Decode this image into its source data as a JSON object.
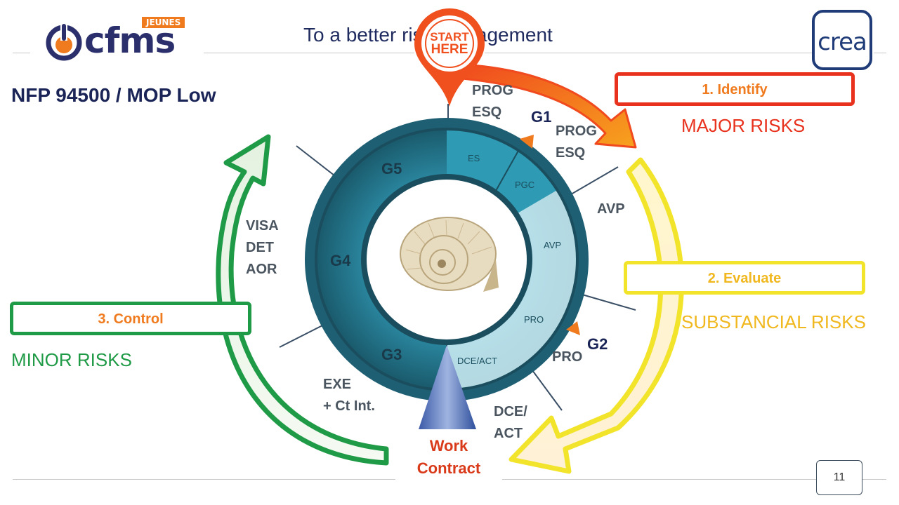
{
  "header": {
    "logo_main": "cfms",
    "logo_tag": "JEUNES",
    "title": "To a better risk management",
    "partner_logo": "crea"
  },
  "subtitle": "NFP 94500 / MOP Low",
  "start_pin": {
    "line1": "START",
    "line2": "HERE"
  },
  "steps": [
    {
      "label": "1. Identify",
      "risk": "MAJOR RISKS"
    },
    {
      "label": "2. Evaluate",
      "risk": "SUBSTANCIAL RISKS"
    },
    {
      "label": "3. Control",
      "risk": "MINOR RISKS"
    }
  ],
  "wheel": {
    "gates": [
      "G1",
      "G2",
      "G3",
      "G4",
      "G5"
    ],
    "inner_segments": [
      "ES",
      "PGC",
      "AVP",
      "PRO",
      "DCE/ACT"
    ]
  },
  "outer_phases": [
    {
      "lines": [
        "PROG",
        "ESQ"
      ]
    },
    {
      "lines": [
        "PROG",
        "ESQ"
      ]
    },
    {
      "lines": [
        "AVP"
      ]
    },
    {
      "lines": [
        "PRO"
      ]
    },
    {
      "lines": [
        "DCE/",
        "ACT"
      ]
    },
    {
      "lines": [
        "EXE",
        "+ Ct Int."
      ]
    },
    {
      "lines": [
        "VISA",
        "DET",
        "AOR"
      ]
    }
  ],
  "work_contract": [
    "Work",
    "Contract"
  ],
  "page_number": "11",
  "colors": {
    "identify": "#e8321e",
    "identify_text": "#f07a1e",
    "evaluate": "#f2e42a",
    "evaluate_text": "#f0b81e",
    "control": "#1f9a46",
    "control_text": "#f07a1e",
    "minor_text": "#1f9a46",
    "wheel_dark": "#1d5f72",
    "wheel_mid": "#2f8ea6",
    "navy": "#1a2456"
  }
}
